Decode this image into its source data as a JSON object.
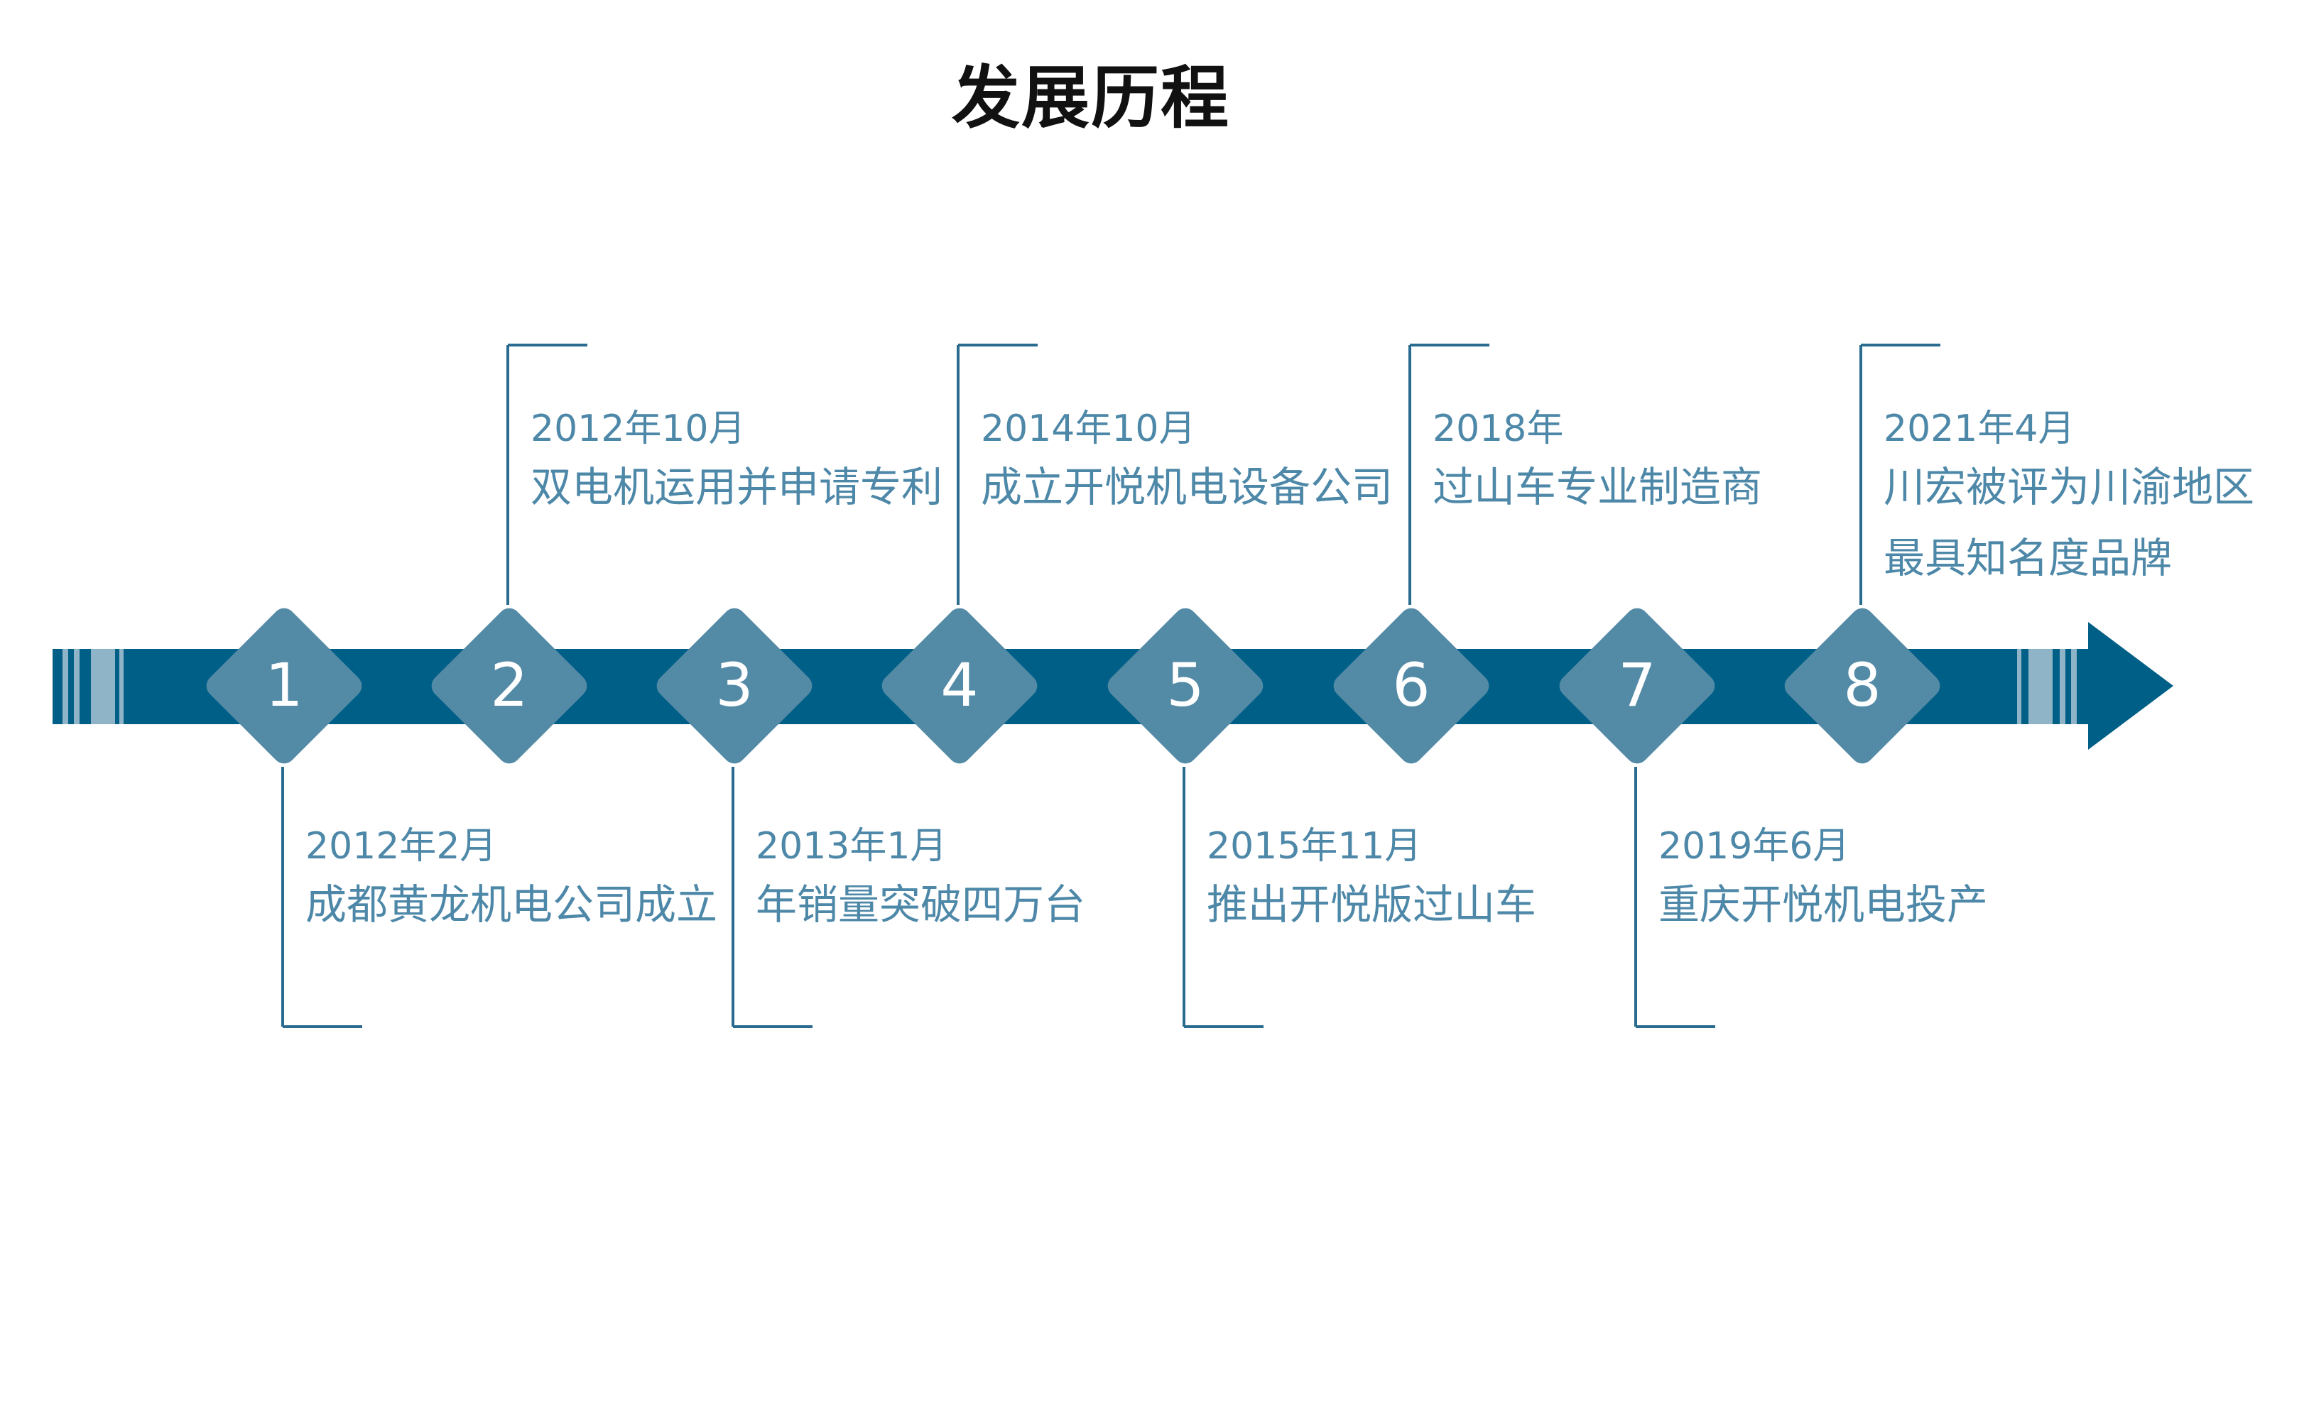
{
  "title": "发展历程",
  "colors": {
    "arrow": "#005f87",
    "diamond": "#538aa6",
    "stripe": "#8fb4c8",
    "connector": "#2a6b8f",
    "text": "#4e88a8"
  },
  "milestones": [
    {
      "number": "1",
      "date": "2012年2月",
      "lines": [
        "成都黄龙机电公司成立"
      ]
    },
    {
      "number": "2",
      "date": "2012年10月",
      "lines": [
        "双电机运用并申请专利"
      ]
    },
    {
      "number": "3",
      "date": "2013年1月",
      "lines": [
        "年销量突破四万台"
      ]
    },
    {
      "number": "4",
      "date": "2014年10月",
      "lines": [
        "成立开悦机电设备公司"
      ]
    },
    {
      "number": "5",
      "date": "2015年11月",
      "lines": [
        "推出开悦版过山车"
      ]
    },
    {
      "number": "6",
      "date": "2018年",
      "lines": [
        "过山车专业制造商"
      ]
    },
    {
      "number": "7",
      "date": "2019年6月",
      "lines": [
        "重庆开悦机电投产"
      ]
    },
    {
      "number": "8",
      "date": "2021年4月",
      "lines": [
        "川宏被评为川渝地区",
        "最具知名度品牌"
      ]
    }
  ]
}
